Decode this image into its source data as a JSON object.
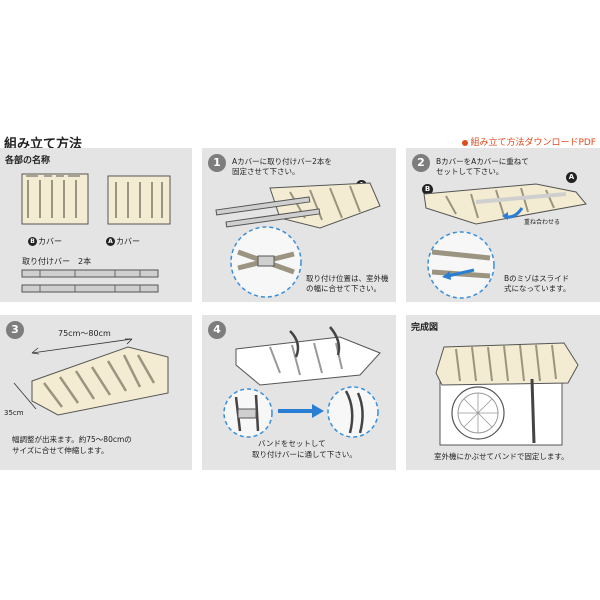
{
  "header": {
    "title": "組み立て方法",
    "download_link": "組み立て方法ダウンロードPDF",
    "accent_color": "#e0491a"
  },
  "parts": {
    "title": "各部の名称",
    "cover_b_marker": "B",
    "cover_b_label": "カバー",
    "cover_a_marker": "A",
    "cover_a_label": "カバー",
    "bar_label": "取り付けバー　2本"
  },
  "step1": {
    "number": "1",
    "instruction_line1": "Aカバーに取り付けバー2本を",
    "instruction_line2": "固定させて下さい。",
    "marker": "A",
    "note_line1": "取り付け位置は、室外機",
    "note_line2": "の幅に合せて下さい。"
  },
  "step2": {
    "number": "2",
    "instruction_line1": "BカバーをAカバーに重ねて",
    "instruction_line2": "セットして下さい。",
    "marker_a": "A",
    "marker_b": "B",
    "arrow_label": "重ね合わせる",
    "note_line1": "Bのミゾはスライド",
    "note_line2": "式になっています。"
  },
  "step3": {
    "number": "3",
    "width_label": "75cm～80cm",
    "depth_label": "35cm",
    "note_line1": "幅調整が出来ます。約75～80cmの",
    "note_line2": "サイズに合せて伸縮します。"
  },
  "step4": {
    "number": "4",
    "note_line1": "バンドをセットして",
    "note_line2": "取り付けバーに通して下さい。"
  },
  "done": {
    "title": "完成図",
    "note": "室外機にかぶせてバンドで固定します。"
  },
  "colors": {
    "panel_bg": "#e4e4e4",
    "badge": "#7d7d7d",
    "cover": "#f3ecd2",
    "dashed_circle": "#3a8fd8",
    "arrow": "#2a7fd4"
  }
}
